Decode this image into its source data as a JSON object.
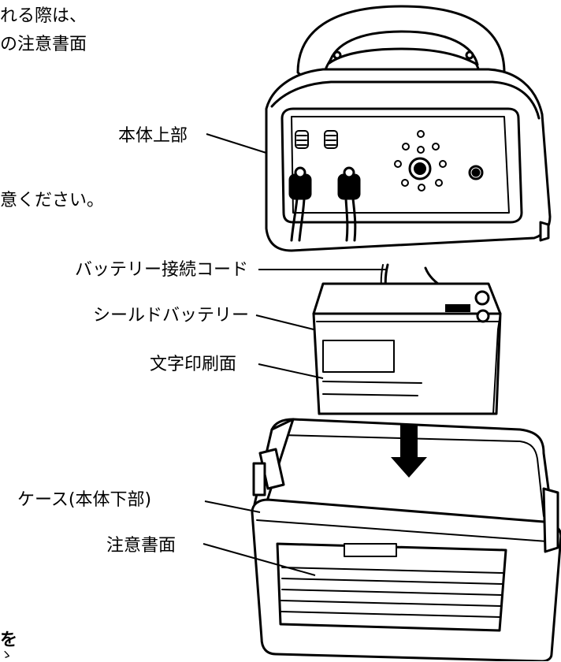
{
  "intro": {
    "line1": "れる際は、",
    "line2": "の注意書面",
    "line3": "意ください。"
  },
  "labels": {
    "body_top": "本体上部",
    "battery_cord": "バッテリー接続コード",
    "sealed_battery": "シールドバッテリー",
    "print_face": "文字印刷面",
    "case": "ケース(本体下部)",
    "caution_sheet": "注意書面"
  },
  "footer": {
    "fragment1": "を",
    "fragment2": "ゝ"
  }
}
